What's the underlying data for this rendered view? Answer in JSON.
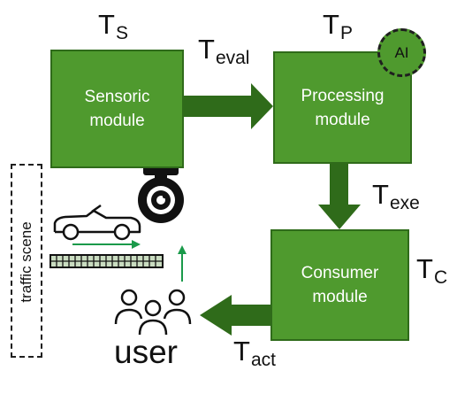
{
  "modules": {
    "sensoric": "Sensoric\nmodule",
    "processing": "Processing\nmodule",
    "consumer": "Consumer\nmodule"
  },
  "timing_labels": {
    "ts": {
      "main": "T",
      "sub": "S"
    },
    "tp": {
      "main": "T",
      "sub": "P"
    },
    "teval": {
      "main": "T",
      "sub": "eval"
    },
    "texe": {
      "main": "T",
      "sub": "exe"
    },
    "tc": {
      "main": "T",
      "sub": "C"
    },
    "tact": {
      "main": "T",
      "sub": "act"
    }
  },
  "ai_badge": "AI",
  "traffic_scene": "traffic scene",
  "user": "user",
  "colors": {
    "module_fill": "#4f9a2e",
    "module_border": "#2f6b1a",
    "arrow_fill": "#2f6b1a",
    "small_arrow": "#1a9a4a"
  }
}
